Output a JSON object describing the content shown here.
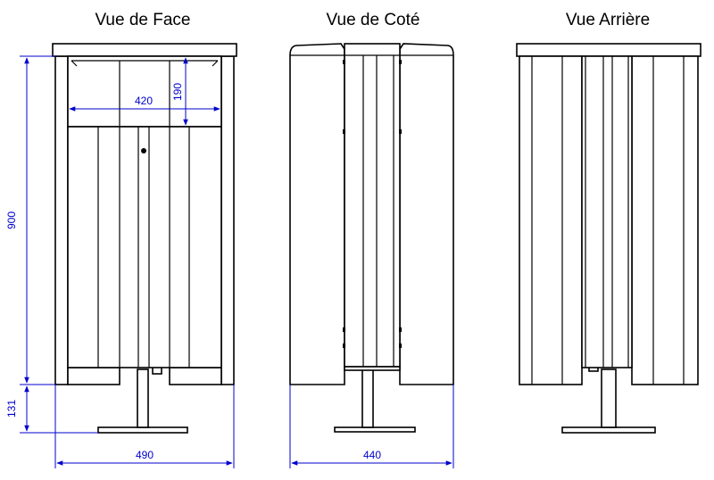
{
  "views": {
    "front_title": "Vue de Face",
    "side_title": "Vue de Coté",
    "back_title": "Vue Arrière"
  },
  "dimensions": {
    "total_height": "900",
    "foot_height": "131",
    "front_width": "490",
    "opening_width": "420",
    "opening_height": "190",
    "side_width": "440"
  },
  "colors": {
    "outline": "#000000",
    "dimension": "#0000cc"
  }
}
